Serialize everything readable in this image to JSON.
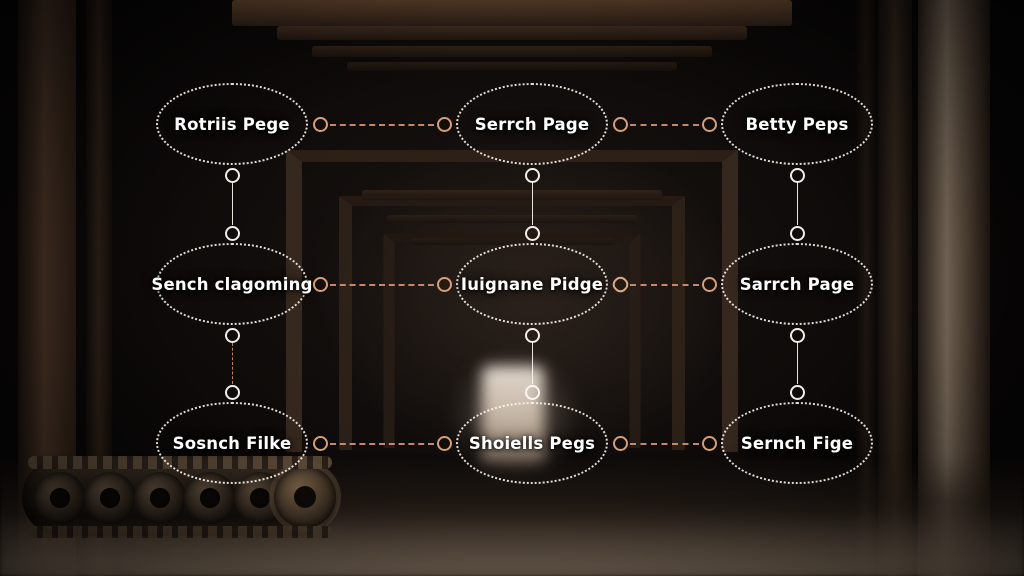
{
  "diagram": {
    "title": "Node graph overlay on dark tunnel photograph",
    "accent_color": "#d69674",
    "node_text_color": "#ffffff",
    "node_border_color": "#fff8f0",
    "background_description": "dark industrial tunnel with wooden beams and tank tread machinery",
    "nodes": [
      {
        "id": "n1",
        "label": "Rotriis Pege",
        "row": 1,
        "col": 1
      },
      {
        "id": "n2",
        "label": "Serrch Page",
        "row": 1,
        "col": 2
      },
      {
        "id": "n3",
        "label": "Betty Peps",
        "row": 1,
        "col": 3
      },
      {
        "id": "n4",
        "label": "Sench clagoming",
        "row": 2,
        "col": 1
      },
      {
        "id": "n5",
        "label": "Iuignane Pidge",
        "row": 2,
        "col": 2
      },
      {
        "id": "n6",
        "label": "Sarrch Page",
        "row": 2,
        "col": 3
      },
      {
        "id": "n7",
        "label": "Sosnch Filke",
        "row": 3,
        "col": 1
      },
      {
        "id": "n8",
        "label": "Shoiells Pegs",
        "row": 3,
        "col": 2
      },
      {
        "id": "n9",
        "label": "Sernch Fige",
        "row": 3,
        "col": 3
      }
    ],
    "edges": [
      {
        "from": "n1",
        "to": "n2",
        "orientation": "horizontal",
        "style": "dashed"
      },
      {
        "from": "n2",
        "to": "n3",
        "orientation": "horizontal",
        "style": "dashed"
      },
      {
        "from": "n4",
        "to": "n5",
        "orientation": "horizontal",
        "style": "dashed"
      },
      {
        "from": "n5",
        "to": "n6",
        "orientation": "horizontal",
        "style": "dashed"
      },
      {
        "from": "n7",
        "to": "n8",
        "orientation": "horizontal",
        "style": "dashed"
      },
      {
        "from": "n8",
        "to": "n9",
        "orientation": "horizontal",
        "style": "dashed"
      },
      {
        "from": "n1",
        "to": "n4",
        "orientation": "vertical",
        "style": "solid"
      },
      {
        "from": "n2",
        "to": "n5",
        "orientation": "vertical",
        "style": "solid"
      },
      {
        "from": "n3",
        "to": "n6",
        "orientation": "vertical",
        "style": "solid"
      },
      {
        "from": "n4",
        "to": "n7",
        "orientation": "vertical",
        "style": "dashed"
      },
      {
        "from": "n5",
        "to": "n8",
        "orientation": "vertical",
        "style": "solid"
      },
      {
        "from": "n6",
        "to": "n9",
        "orientation": "vertical",
        "style": "solid"
      }
    ]
  }
}
